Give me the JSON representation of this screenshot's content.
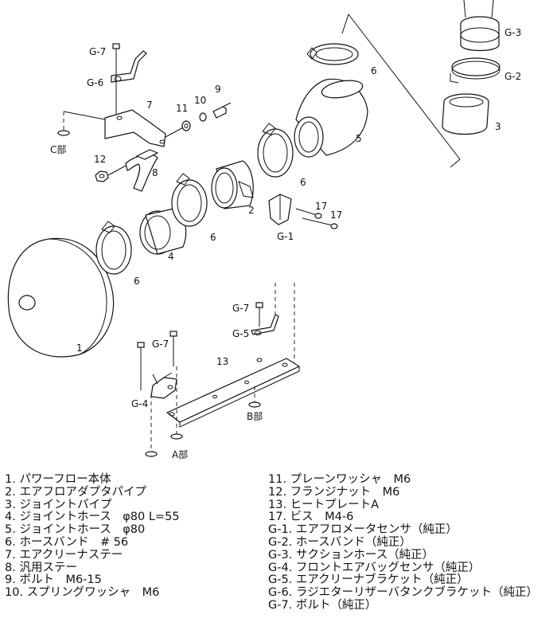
{
  "callouts": {
    "c1": "1",
    "c2": "2",
    "c3": "3",
    "c4": "4",
    "c5": "5",
    "c6a": "6",
    "c6b": "6",
    "c6c": "6",
    "c6d": "6",
    "c7": "7",
    "c8": "8",
    "c9": "9",
    "c10": "10",
    "c11": "11",
    "c12": "12",
    "c13": "13",
    "c17a": "17",
    "c17b": "17",
    "g1": "G-1",
    "g2": "G-2",
    "g3": "G-3",
    "g4": "G-4",
    "g5": "G-5",
    "g6": "G-6",
    "g7a": "G-7",
    "g7b": "G-7",
    "g7c": "G-7",
    "part_c": "C部",
    "part_a": "A部",
    "part_b": "B部"
  },
  "legend_left": [
    "1. パワーフロー本体",
    "2. エアフロアダプタパイプ",
    "3. ジョイントパイプ",
    "4. ジョイントホース　φ80 L=55",
    "5. ジョイントホース　φ80",
    "6. ホースバンド　# 56",
    "7. エアクリーナステー",
    "8. 汎用ステー",
    "9. ボルト　M6-15",
    "10. スプリングワッシャ　M6"
  ],
  "legend_right": [
    "11. プレーンワッシャ　M6",
    "12. フランジナット　M6",
    "13. ヒートプレートA",
    "17. ビス　M4-6",
    "G-1. エアフロメータセンサ（純正）",
    "G-2. ホースバンド（純正）",
    "G-3. サクションホース（純正）",
    "G-4. フロントエアバッグセンサ（純正）",
    "G-5. エアクリーナブラケット（純正）",
    "G-6. ラジエターリザーバタンクブラケット（純正）",
    "G-7. ボルト（純正）"
  ]
}
